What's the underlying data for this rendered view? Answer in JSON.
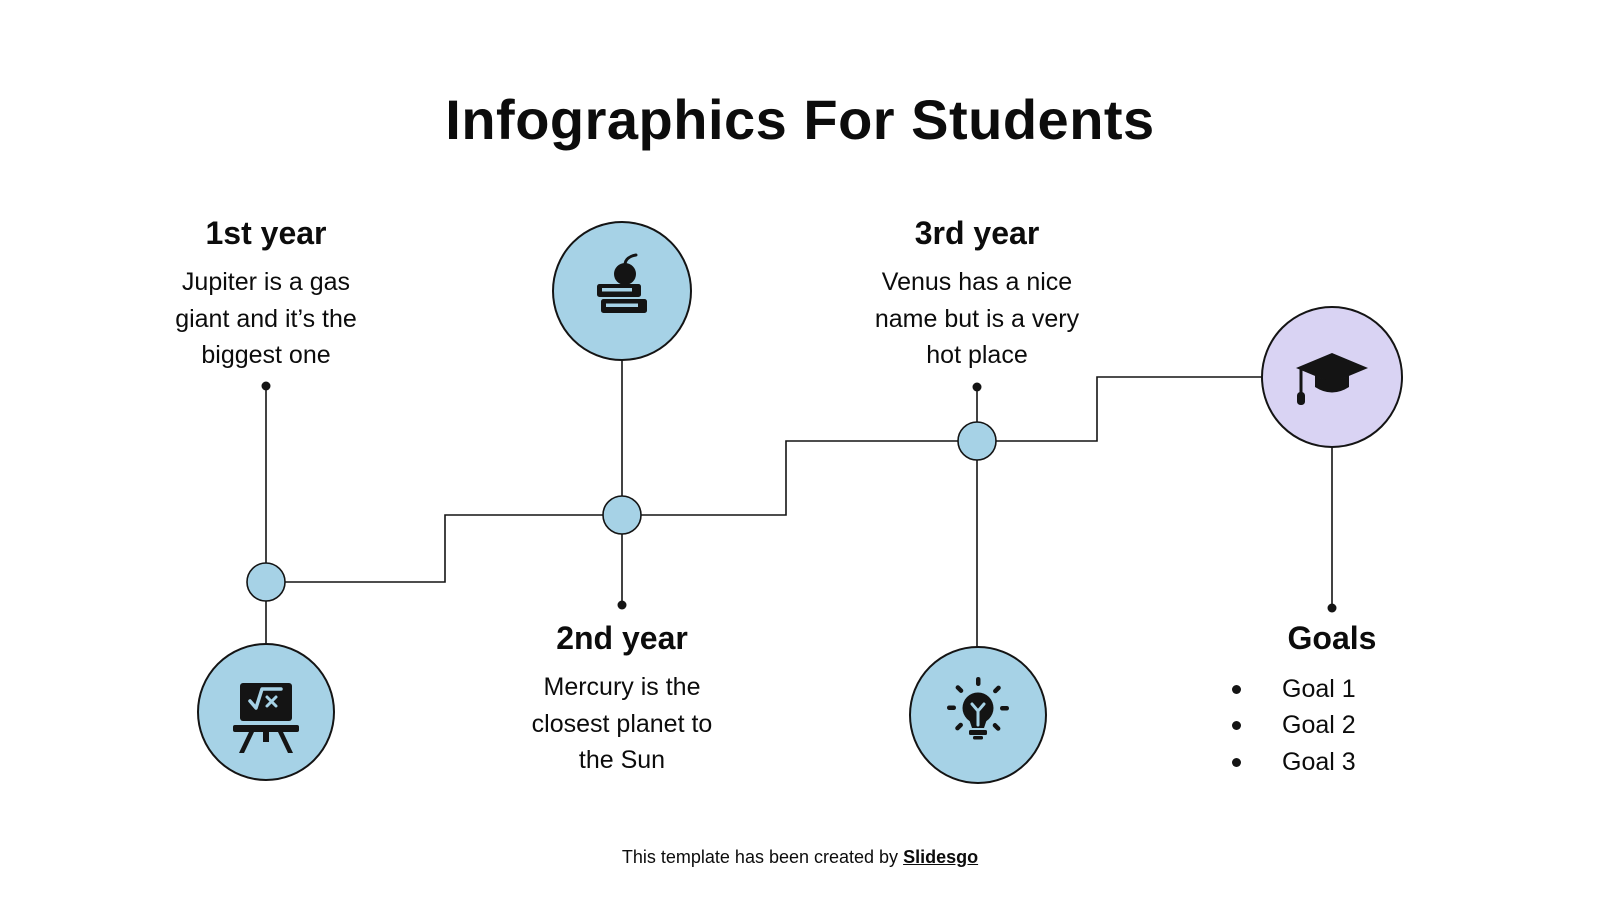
{
  "slide": {
    "title": "Infographics For Students"
  },
  "colors": {
    "blue": "#a6d2e6",
    "purple": "#d9d3f3",
    "line": "#141414",
    "text": "#0c0c0c"
  },
  "milestones": [
    {
      "heading": "1st year",
      "body_lines": [
        "Jupiter is a gas",
        "giant and it’s the",
        "biggest one"
      ],
      "icon": "math-board-icon"
    },
    {
      "heading": "2nd year",
      "body_lines": [
        "Mercury is the",
        "closest planet to",
        "the Sun"
      ],
      "icon": "books-apple-icon"
    },
    {
      "heading": "3rd year",
      "body_lines": [
        "Venus has a nice",
        "name but is a very",
        "hot place"
      ],
      "icon": "lightbulb-icon"
    },
    {
      "heading": "Goals",
      "goal_items": [
        "Goal 1",
        "Goal 2",
        "Goal 3"
      ],
      "icon": "graduation-cap-icon"
    }
  ],
  "footer": {
    "prefix": "This template has been created by",
    "brand": "Slidesgo"
  }
}
